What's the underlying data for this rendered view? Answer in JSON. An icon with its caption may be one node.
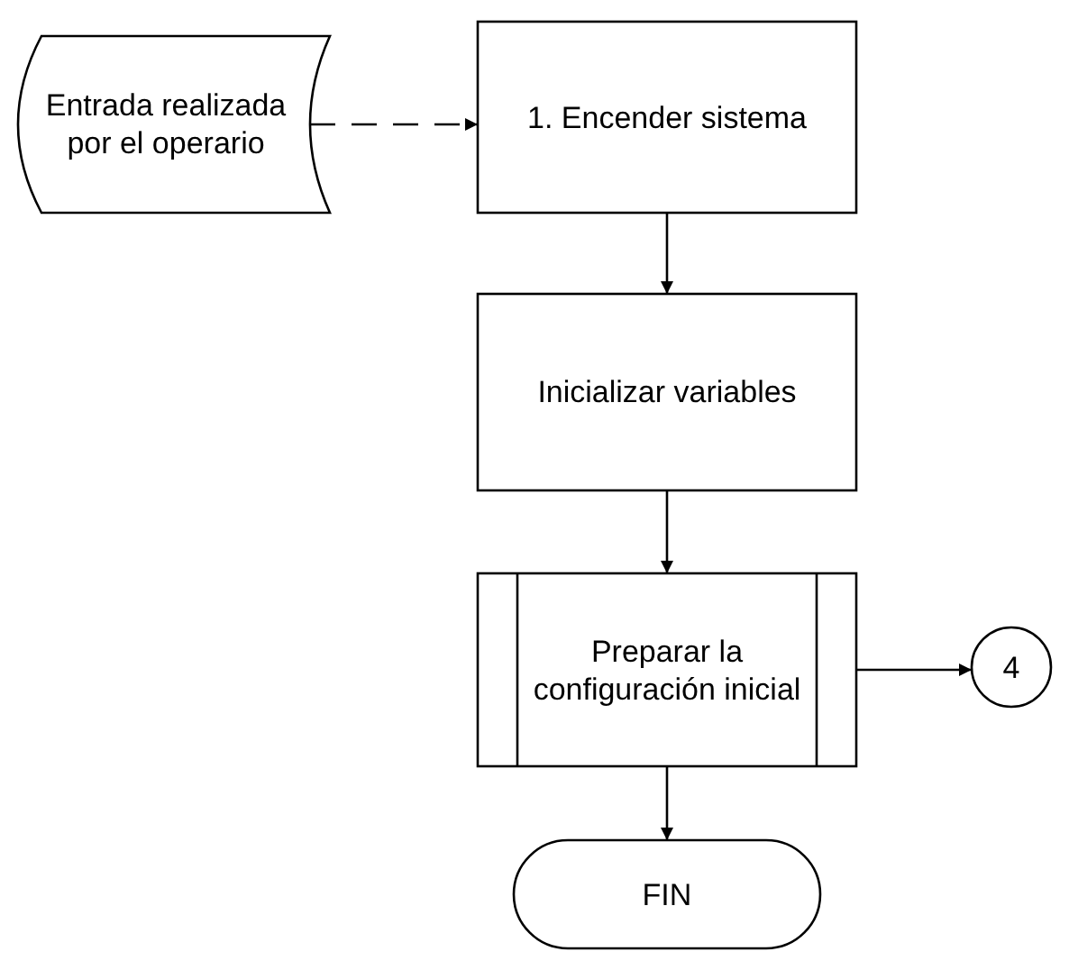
{
  "diagram": {
    "nodes": [
      {
        "text": [
          "Entrada realizada por el operario"
        ]
      },
      {
        "text": [
          "1. Encender sistema"
        ]
      },
      {
        "text": [
          "Inicializar variables"
        ]
      },
      {
        "text": [
          "Preparar la configuración inicial"
        ]
      },
      {
        "text": [
          "4"
        ]
      },
      {
        "text": [
          "FIN"
        ]
      }
    ],
    "edges": [
      {
        "from": 0,
        "to": 1,
        "arrow": "to",
        "style": "dashed"
      },
      {
        "from": 1,
        "to": 2,
        "arrow": "to"
      },
      {
        "from": 2,
        "to": 3,
        "arrow": "to"
      },
      {
        "from": 3,
        "to": 4,
        "arrow": "to"
      },
      {
        "from": 3,
        "to": 5,
        "arrow": "to"
      }
    ]
  }
}
